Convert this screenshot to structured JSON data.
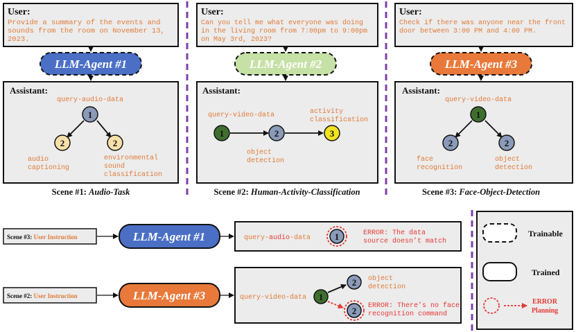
{
  "colors": {
    "orange_text": "#e07b39",
    "red_error": "#e53935",
    "purple_divider": "#7b3fa8",
    "panel_gray": "#ececec",
    "agent1_blue": "#4a6fc5",
    "agent2_green": "#c5e1a5",
    "agent3_orange": "#e8793a",
    "node_green": "#3f6f2f",
    "node_blue": "#8a9ab8",
    "node_cream": "#f7e0a8",
    "node_yellow": "#f0e320"
  },
  "scenes": [
    {
      "user_label": "User:",
      "user_text": [
        "Provide a summary of the events and",
        "sounds from the room on November 13,",
        "2023."
      ],
      "agent_name": "LLM-Agent",
      "agent_num": "#1",
      "assistant_label": "Assistant:",
      "root_label": "query-audio-data",
      "root_num": "1",
      "children": [
        {
          "num": "2",
          "label": [
            "audio",
            "captioning"
          ]
        },
        {
          "num": "2",
          "label": [
            "environmental",
            "sound",
            "classification"
          ]
        }
      ],
      "caption_prefix": "Scene #1:",
      "caption_title": "Audio-Task"
    },
    {
      "user_label": "User:",
      "user_text": [
        "Can you tell me what everyone was doing",
        "in the living room from 7:00pm to 9:00pm",
        "on May 3rd, 2023?"
      ],
      "agent_name": "LLM-Agent",
      "agent_num": "#2",
      "assistant_label": "Assistant:",
      "nodes": [
        {
          "num": "1",
          "label": [
            "query-video-data"
          ]
        },
        {
          "num": "2",
          "label": [
            "object",
            "detection"
          ]
        },
        {
          "num": "3",
          "label": [
            "activity",
            "classification"
          ]
        }
      ],
      "caption_prefix": "Scene #2:",
      "caption_title": "Human-Activity-Classification"
    },
    {
      "user_label": "User:",
      "user_text": [
        "Check if there was anyone near the front",
        "door between 3:00 PM and 4:00 PM."
      ],
      "agent_name": "LLM-Agent",
      "agent_num": "#3",
      "assistant_label": "Assistant:",
      "root_label": "query-video-data",
      "root_num": "1",
      "children": [
        {
          "num": "2",
          "label": [
            "face",
            "recognition"
          ]
        },
        {
          "num": "2",
          "label": [
            "object",
            "detection"
          ]
        }
      ],
      "caption_prefix": "Scene #3:",
      "caption_title": "Face-Object-Detection"
    }
  ],
  "bottom": {
    "row1": {
      "instruction_prefix": "Scene #3:",
      "instruction_text": "User Instruction",
      "agent_name": "LLM-Agent",
      "agent_num": "#1",
      "query_pre": "query-",
      "query_mid": "audio",
      "query_post": "-data",
      "node_num": "1",
      "error_text": [
        "ERROR: The data",
        "source doesn’t match"
      ]
    },
    "row2": {
      "instruction_prefix": "Scene #2:",
      "instruction_text": "User Instruction",
      "agent_name": "LLM-Agent",
      "agent_num": "#3",
      "query_label": "query-video-data",
      "root_num": "1",
      "ok_num": "2",
      "ok_label": [
        "object",
        "detection"
      ],
      "err_num": "2",
      "error_text": [
        "ERROR: There’s no face",
        "recognition command"
      ]
    }
  },
  "legend": {
    "trainable": "Trainable",
    "trained": "Trained",
    "error_planning": [
      "ERROR",
      "Planning"
    ]
  }
}
